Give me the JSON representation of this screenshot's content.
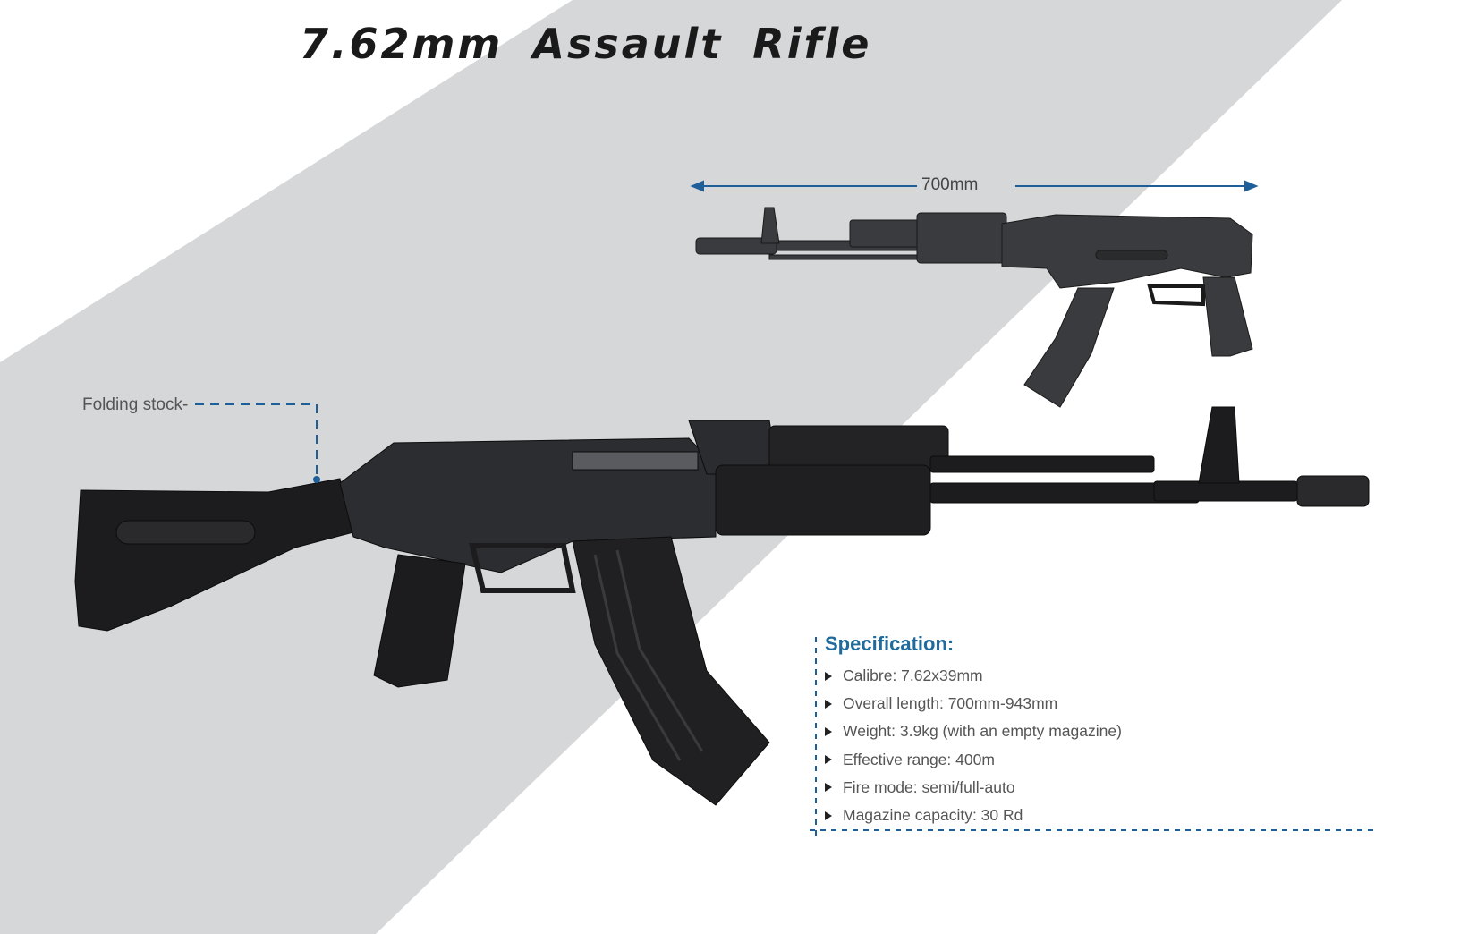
{
  "document": {
    "title": "7.62mm Assault Rifle"
  },
  "folded_view": {
    "dimension_label": "700mm"
  },
  "callout": {
    "label": "Folding stock-"
  },
  "specification": {
    "heading": "Specification:",
    "items": [
      "Calibre: 7.62x39mm",
      "Overall length: 700mm-943mm",
      "Weight: 3.9kg (with an empty magazine)",
      "Effective range: 400m",
      "Fire mode: semi/full-auto",
      "Magazine capacity: 30 Rd"
    ]
  },
  "colors": {
    "background_band": "#d6d7d9",
    "accent_blue": "#1f6b9c",
    "rifle_black": "#1c1c1e",
    "title_text": "#1a1a1a"
  }
}
